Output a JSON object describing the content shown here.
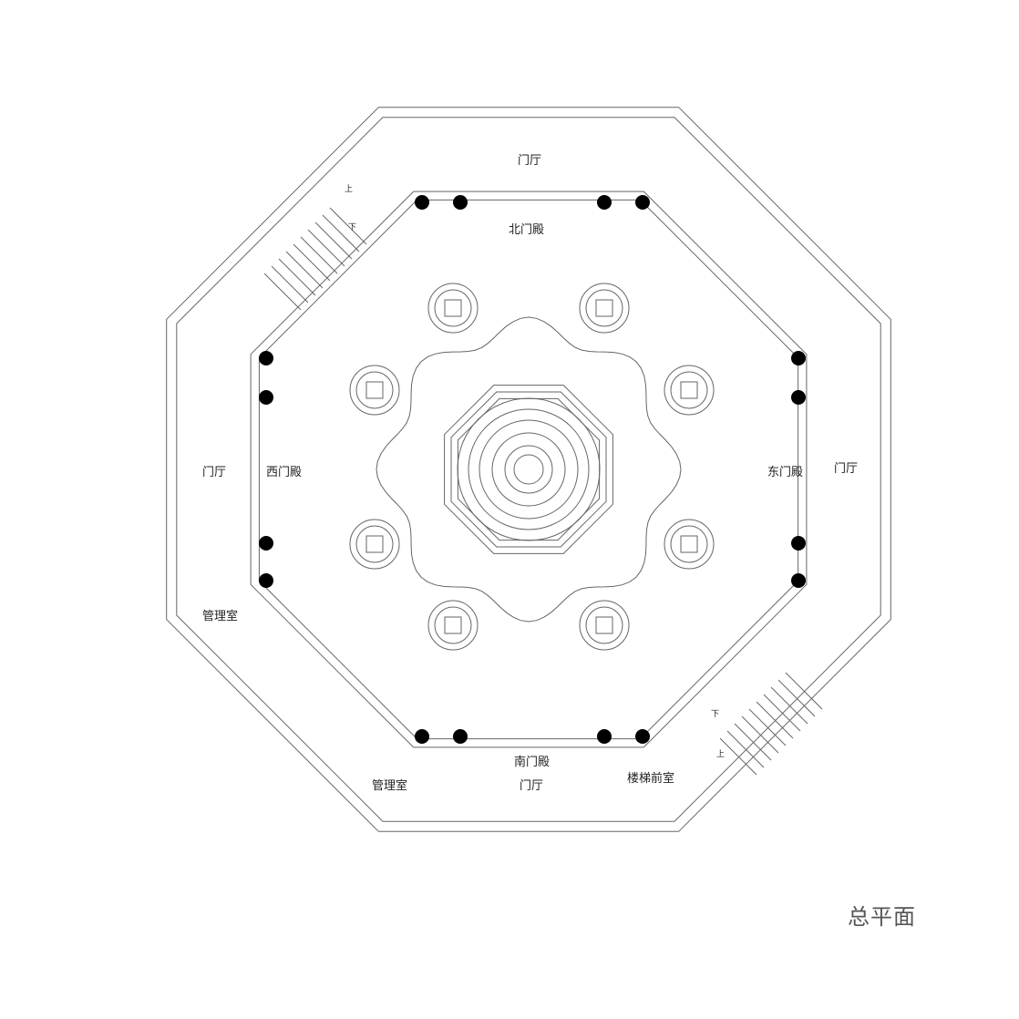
{
  "labels": {
    "north_hall": "北门殿",
    "north_foyer": "门厅",
    "west_hall": "西门殿",
    "west_foyer": "门厅",
    "east_hall": "东门殿",
    "east_foyer": "门厅",
    "south_hall": "南门殿",
    "south_foyer": "门厅",
    "mgmt_west": "管理室",
    "mgmt_south": "管理室",
    "stair_lobby": "楼梯前室",
    "up_nw": "上",
    "down_nw": "下",
    "up_se": "上",
    "down_se": "下"
  },
  "title": "总平面"
}
